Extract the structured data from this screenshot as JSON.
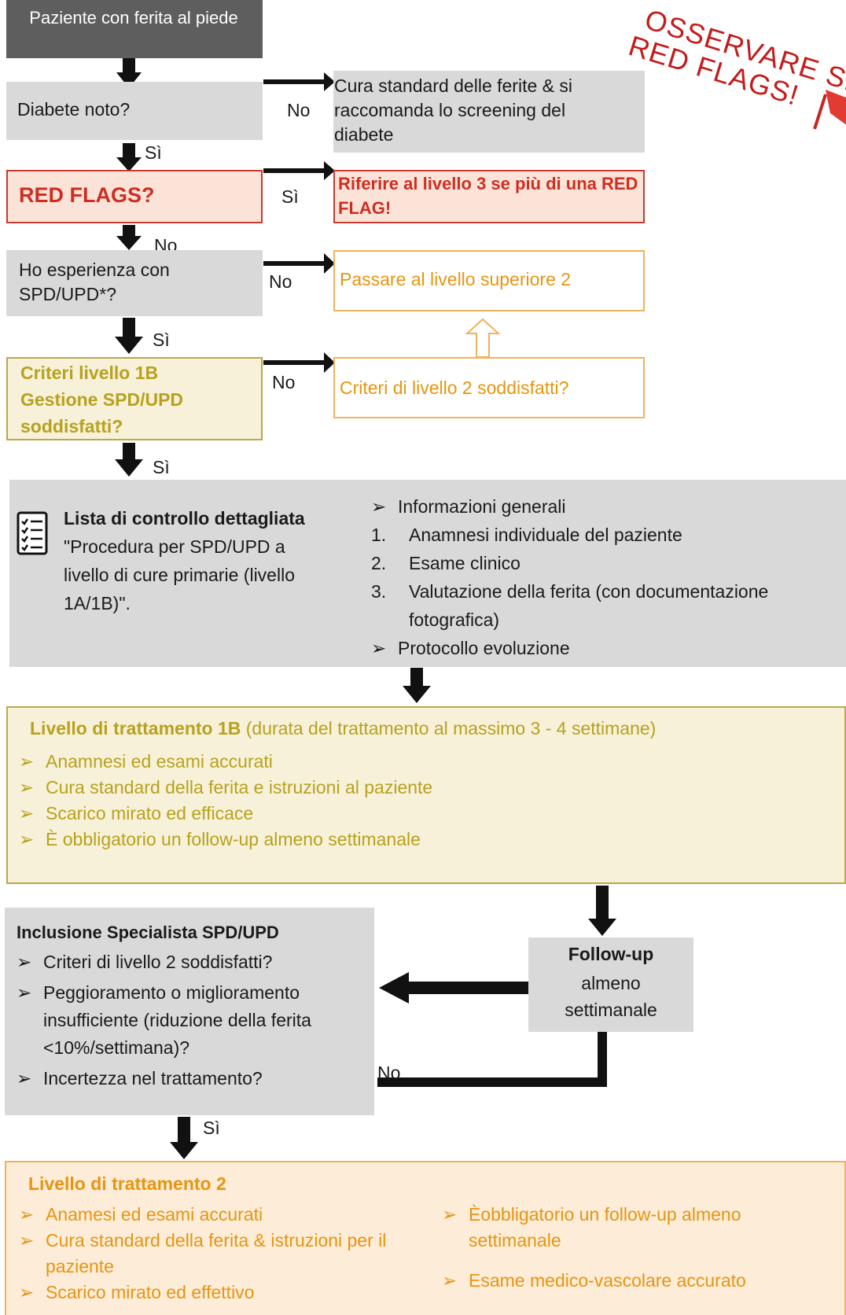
{
  "start": {
    "label": "Paziente con ferita al piede"
  },
  "q_diabetes": {
    "label": "Diabete noto?",
    "no_label": "No",
    "yes_label": "Sì"
  },
  "standard_care": {
    "label": "Cura standard delle ferite & si raccomanda lo screening del diabete"
  },
  "red_flags": {
    "label": "RED FLAGS?",
    "yes_label": "Sì",
    "no_label": "No"
  },
  "refer_level3": {
    "label": "Riferire al livello 3 se più di una RED FLAG!"
  },
  "q_experience": {
    "label": "Ho esperienza con SPD/UPD*?",
    "no_label": "No",
    "yes_label": "Sì"
  },
  "upper_level": {
    "label": "Passare al livello superiore 2"
  },
  "criteria_1b": {
    "label": "Criteri livello 1B Gestione SPD/UPD soddisfatti?",
    "no_label": "No",
    "yes_label": "Sì"
  },
  "criteria_2": {
    "label": "Criteri di livello 2 soddisfatti?"
  },
  "stamp": {
    "line1": "OSSERVARE SEMPRE",
    "line2": "RED FLAGS!"
  },
  "checklist": {
    "title": "Lista di controllo dettagliata",
    "subtitle": "\"Procedura per SPD/UPD a livello di cure primarie (livello 1A/1B)\".",
    "bullet_top": "Informazioni generali",
    "numbered": [
      {
        "n": "1.",
        "text": "Anamnesi individuale del paziente"
      },
      {
        "n": "2.",
        "text": "Esame clinico"
      },
      {
        "n": "3.",
        "text": "Valutazione della ferita (con documentazione fotografica)"
      }
    ],
    "bullet_bottom": "Protocollo evoluzione"
  },
  "level_1b": {
    "title": "Livello di trattamento 1B",
    "subtitle": "(durata del trattamento al massimo 3 - 4 settimane)",
    "items": [
      "Anamnesi ed esami accurati",
      "Cura standard della ferita e istruzioni al paziente",
      "Scarico mirato ed efficace",
      "È obbligatorio un follow-up almeno settimanale"
    ]
  },
  "specialist": {
    "title": "Inclusione Specialista SPD/UPD",
    "items": [
      "Criteri di livello 2 soddisfatti?",
      "Peggioramento o miglioramento insufficiente (riduzione della ferita <10%/settimana)?",
      "Incertezza nel trattamento?"
    ],
    "no_label": "No",
    "yes_label": "Sì"
  },
  "followup": {
    "title": "Follow-up",
    "text": "almeno settimanale"
  },
  "level_2": {
    "title": "Livello di trattamento 2",
    "left_items": [
      "Anamesi ed esami accurati",
      "Cura standard  della ferita & istruzioni per il paziente",
      "Scarico mirato ed effettivo"
    ],
    "right_items": [
      "Èobbligatorio un follow-up almeno settimanale",
      "Esame medico-vascolare accurato"
    ]
  },
  "bullet_glyph": "➢",
  "colors": {
    "gray": "#d9d9d9",
    "orange": "#e7950f",
    "olive": "#b8a11f",
    "red": "#cf2d23",
    "dark": "#111111"
  }
}
